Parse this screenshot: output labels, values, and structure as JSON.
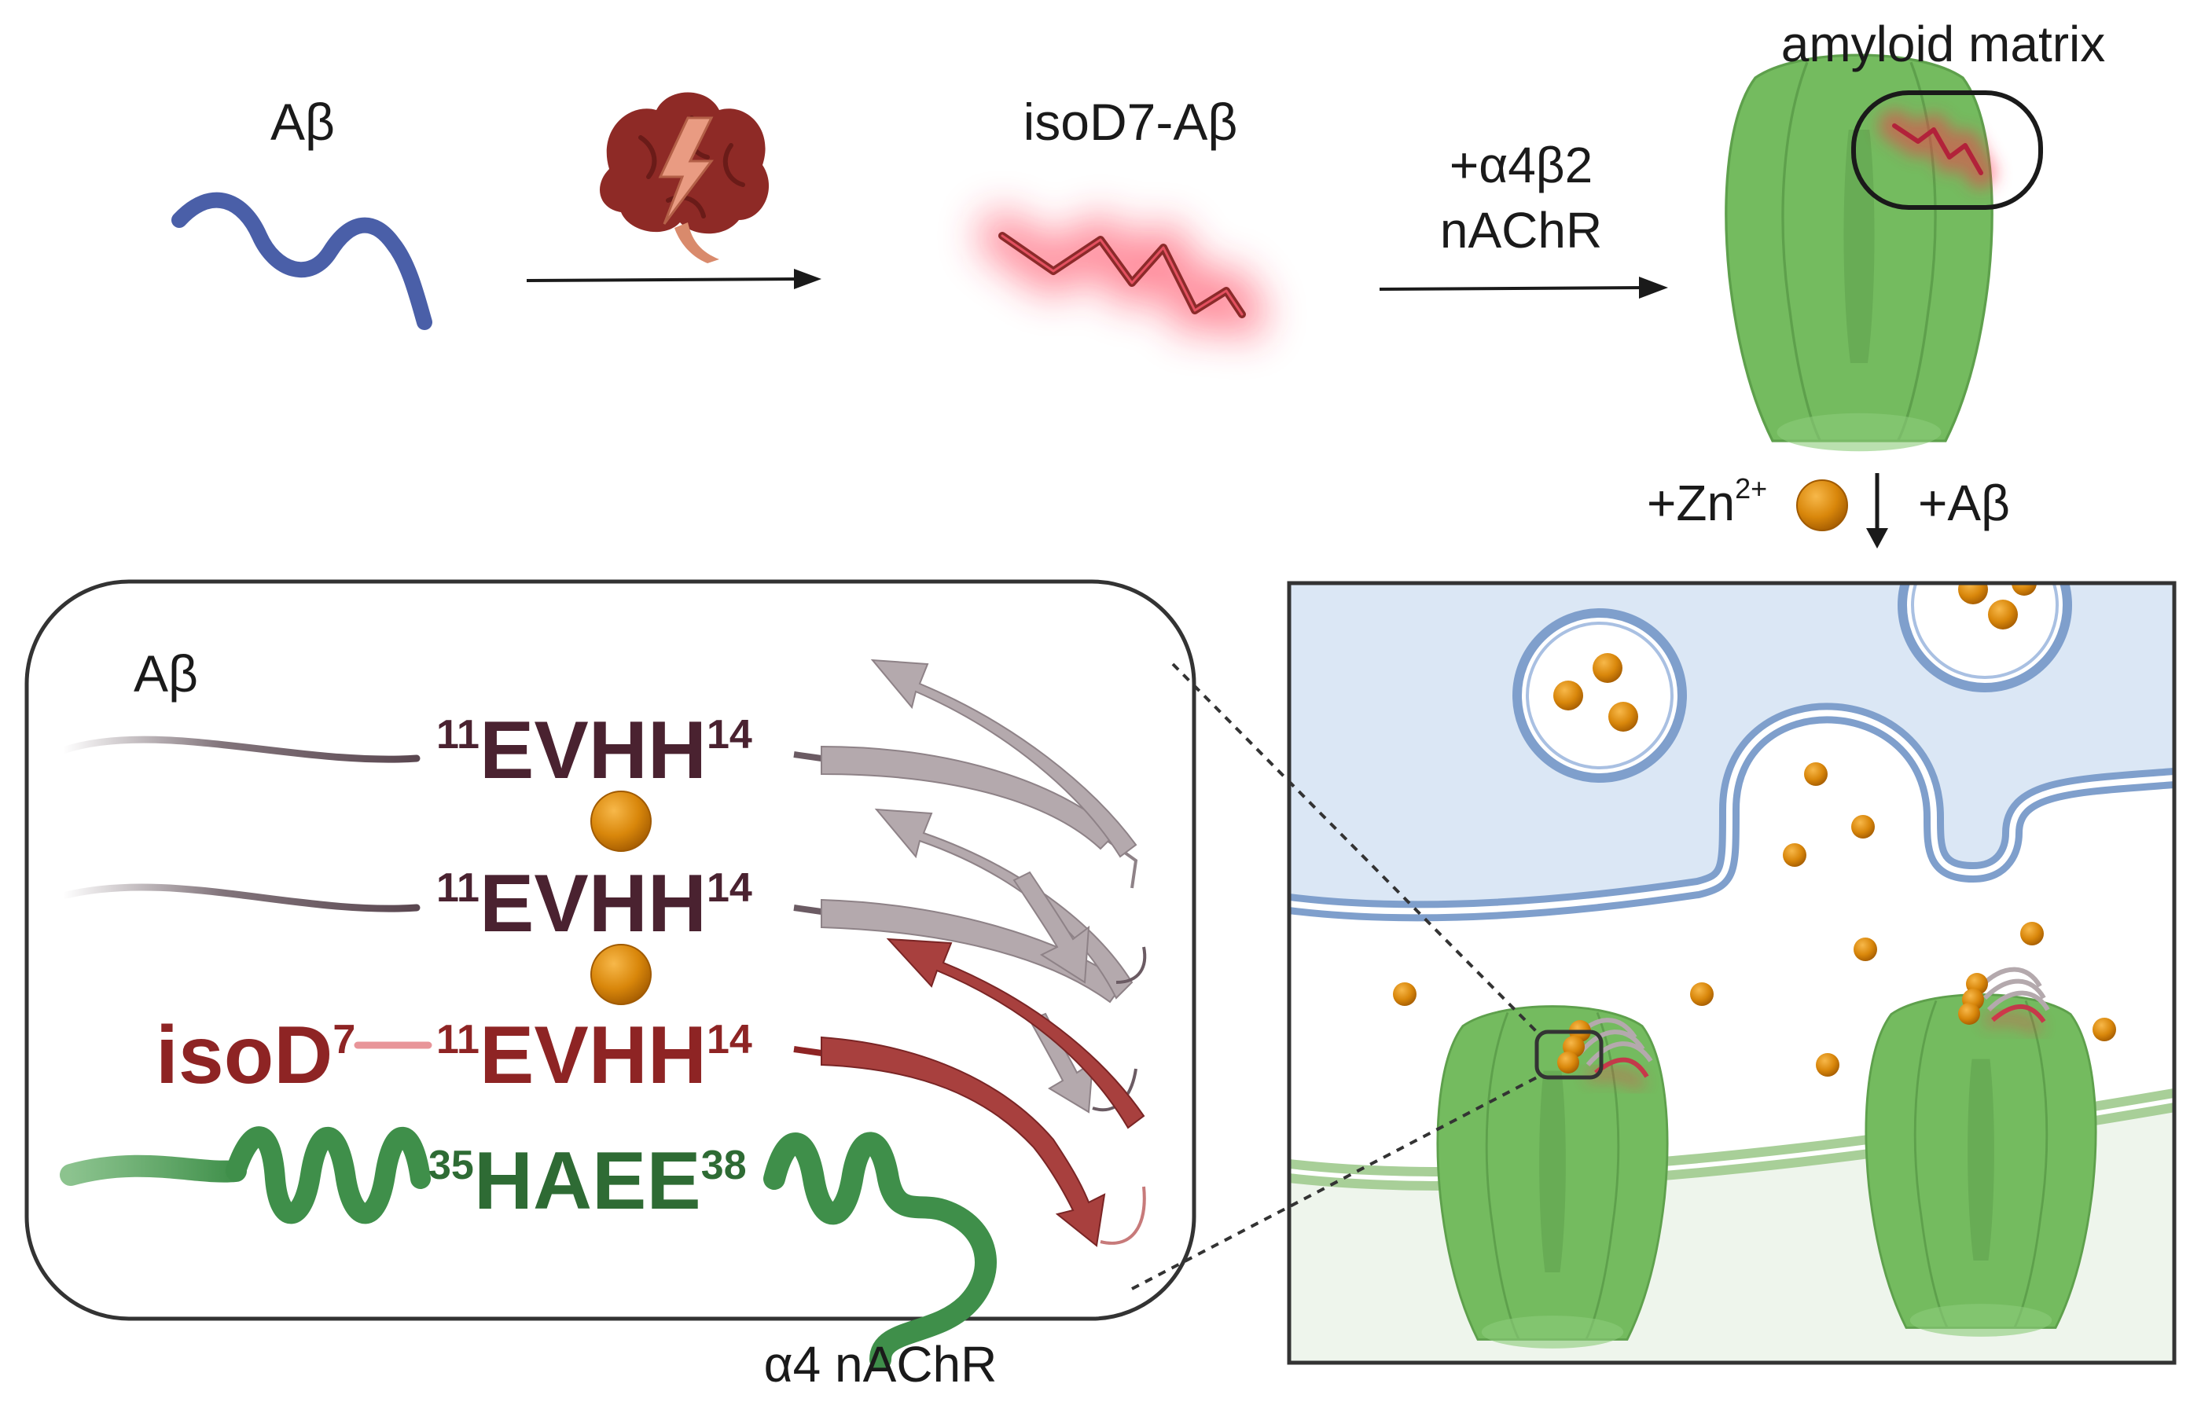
{
  "top_row": {
    "abeta_label": "Aβ",
    "isod7_label": "isoD7-Aβ",
    "receptor_label_line1": "+α4β2",
    "receptor_label_line2": "nAChR",
    "amyloid_label": "amyloid matrix"
  },
  "transition": {
    "zinc_prefix": "+Zn",
    "zinc_charge": "2+",
    "abeta_add": "+Aβ"
  },
  "inset": {
    "abeta_label": "Aβ",
    "row1": {
      "pre": "11",
      "motif": "EVHH",
      "post": "14"
    },
    "row2": {
      "pre": "11",
      "motif": "EVHH",
      "post": "14"
    },
    "row3": {
      "iso": "isoD",
      "iso_sup": "7",
      "pre": "11",
      "motif": "EVHH",
      "post": "14"
    },
    "row4": {
      "pre": "35",
      "motif": "HAEE",
      "post": "38"
    },
    "receptor_label": "α4 nAChR"
  },
  "colors": {
    "abeta_blue": "#4a5fa8",
    "isod7_red": "#8b2a2a",
    "glow_red": "#ff2d4a",
    "brain": "#8e2a26",
    "receptor_green": "#74bb5f",
    "helix_green": "#3f8f4a",
    "motif_dark": "#4a2230",
    "motif_red": "#8e2424",
    "motif_green": "#2e6b34",
    "zinc": "#d9870b",
    "vesicle_blue": "#7f9fcc",
    "cyto_blue": "#dbe7f5",
    "sheet_gray": "#b4a9ad"
  },
  "icons": [
    "brain-icon",
    "lightning-icon",
    "zinc-ion-icon",
    "down-arrow-icon"
  ]
}
